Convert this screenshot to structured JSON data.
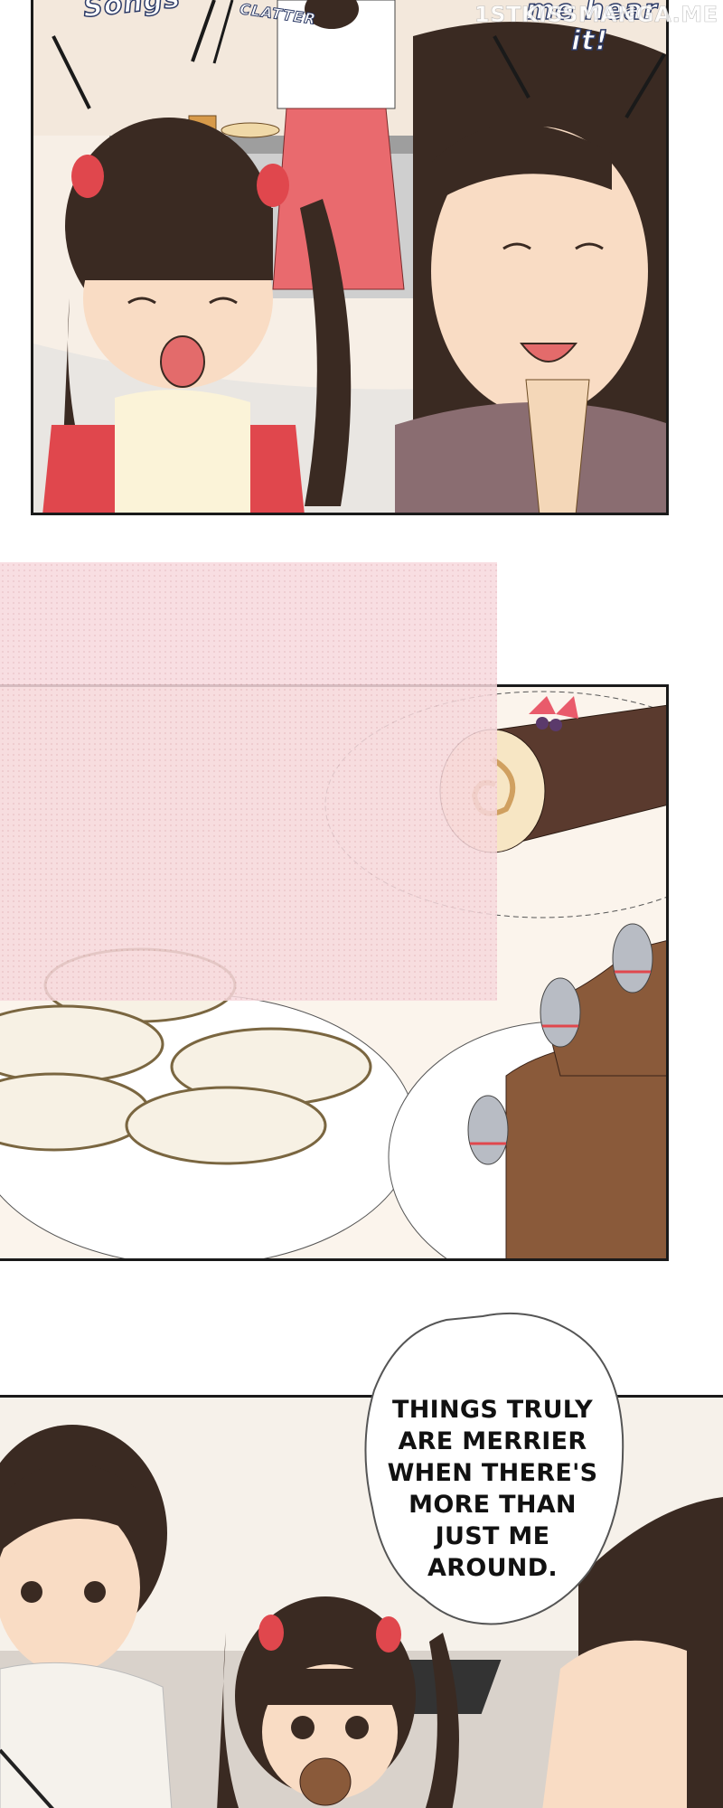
{
  "watermark": "1STKISSMANGA.ME",
  "panel1": {
    "sfx_left": "Songs",
    "sfx_clatter": "CLATTER",
    "sfx_right_line1": "me hear",
    "sfx_right_line2": "it!"
  },
  "panel3": {
    "speech": "THINGS TRULY ARE MERRIER WHEN THERE'S MORE THAN JUST ME AROUND."
  },
  "colors": {
    "panel_border": "#1a1a1a",
    "pink_tone": "#f7d9dd",
    "wall": "#f7efe6",
    "apron_red": "#e0474d",
    "hair_brown": "#3a2a22",
    "skin": "#f9dcc4"
  }
}
